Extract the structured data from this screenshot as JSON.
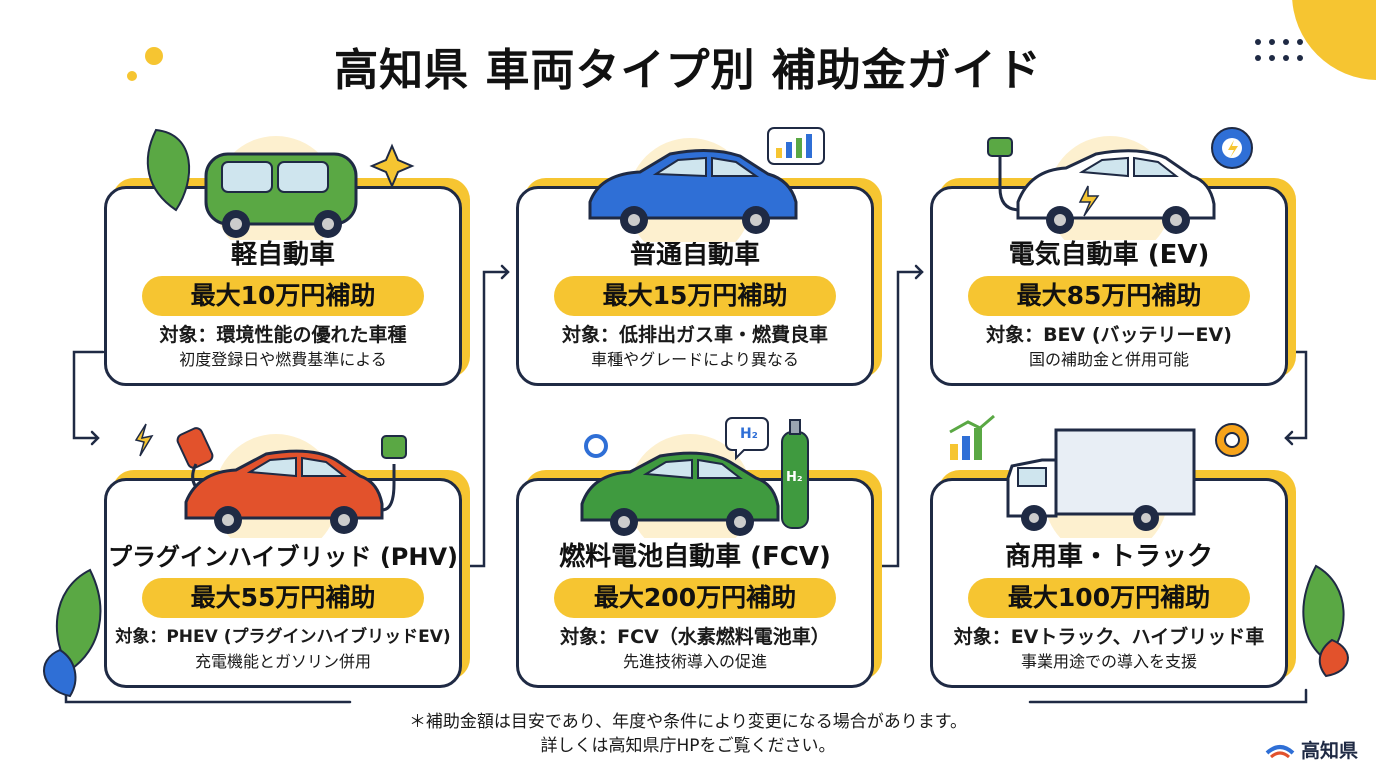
{
  "title": "高知県 車両タイプ別 補助金ガイド",
  "cards": [
    {
      "name": "軽自動車",
      "subsidy": "最大10万円補助",
      "target": "対象：環境性能の優れた車種",
      "note": "初度登録日や燃費基準による",
      "icon": "kei-car-icon",
      "color": "#5aa844"
    },
    {
      "name": "普通自動車",
      "subsidy": "最大15万円補助",
      "target": "対象：低排出ガス車・燃費良車",
      "note": "車種やグレードにより異なる",
      "icon": "sedan-car-icon",
      "color": "#2f6fd6"
    },
    {
      "name": "電気自動車 (EV)",
      "subsidy": "最大85万円補助",
      "target": "対象：BEV (バッテリーEV)",
      "note": "国の補助金と併用可能",
      "icon": "electric-car-icon",
      "color": "#ffffff"
    },
    {
      "name": "プラグインハイブリッド (PHV)",
      "subsidy": "最大55万円補助",
      "target": "対象：PHEV (プラグインハイブリッドEV)",
      "note": "充電機能とガソリン併用",
      "icon": "phv-car-icon",
      "color": "#e2522c"
    },
    {
      "name": "燃料電池自動車 (FCV)",
      "subsidy": "最大200万円補助",
      "target": "対象：FCV（水素燃料電池車）",
      "note": "先進技術導入の促進",
      "icon": "fcv-car-icon",
      "color": "#3f9a3f"
    },
    {
      "name": "商用車・トラック",
      "subsidy": "最大100万円補助",
      "target": "対象：EVトラック、ハイブリッド車",
      "note": "事業用途での導入を支援",
      "icon": "truck-icon",
      "color": "#e8eef5"
    }
  ],
  "badges": {
    "h2": "H₂",
    "tank": "H₂"
  },
  "footer": {
    "line1": "＊補助金額は目安であり、年度や条件により変更になる場合があります。",
    "line2": "詳しくは高知県庁HPをご覧ください。"
  },
  "logo": {
    "text": "高知県"
  },
  "colors": {
    "accent": "#f6c531",
    "outline": "#1f2a44"
  }
}
